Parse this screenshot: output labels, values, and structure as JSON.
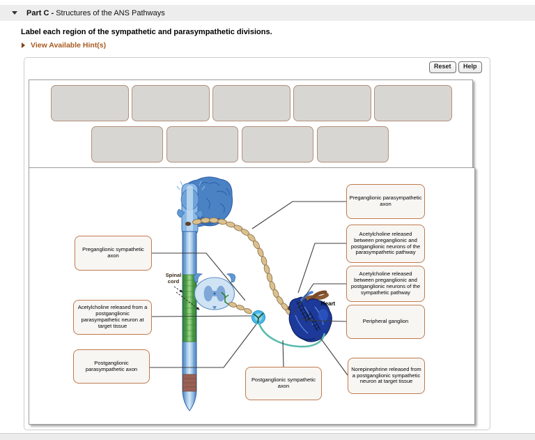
{
  "header": {
    "title_bold": "Part C - ",
    "title_rest": "Structures of the ANS Pathways"
  },
  "instruction": "Label each region of the sympathetic and parasympathetic divisions.",
  "hints": {
    "label": "View Available Hint(s)"
  },
  "toolbar": {
    "reset_label": "Reset",
    "help_label": "Help"
  },
  "bank": {
    "row1_count": 5,
    "row2_count": 4
  },
  "figure": {
    "anatomy_labels": {
      "spinal_cord": "Spinal cord",
      "heart": "Heart"
    },
    "labels": [
      {
        "id": "preganglionic-parasympathetic-axon",
        "text": "Preganglionic parasympathetic axon"
      },
      {
        "id": "ach-parasympathetic-pathway",
        "text": "Acetylcholine released between preganglionic and postganglionic neurons of the parasympathetic pathway"
      },
      {
        "id": "ach-sympathetic-pathway",
        "text": "Acetylcholine released between preganglionic and postganglionic neurons of the sympathetic pathway"
      },
      {
        "id": "peripheral-ganglion",
        "text": "Peripheral ganglion"
      },
      {
        "id": "norepinephrine-target",
        "text": "Norepinephrine released from a postganglionic sympathetic neuron at target tissue"
      },
      {
        "id": "preganglionic-sympathetic-axon",
        "text": "Preganglionic sympathetic axon"
      },
      {
        "id": "ach-parasympathetic-target",
        "text": "Acetylcholine released from a postganglionic parasympathetic neuron at target tissue"
      },
      {
        "id": "postganglionic-parasympathetic-axon",
        "text": "Postganglionic parasympathetic axon"
      },
      {
        "id": "postganglionic-sympathetic-axon",
        "text": "Postganglionic sympathetic axon"
      }
    ]
  },
  "colors": {
    "hint_link": "#a85a20",
    "label_box_border": "#bf7a4e",
    "label_box_fill": "#f8f6f3",
    "bin_fill": "#d8d6d2",
    "bin_border": "#b3907a",
    "header_strip": "#ededed",
    "leader_line": "#3c3c3c",
    "teal_axon": "#5abcad",
    "myelin_bead": "#d9c08e",
    "sympathetic_green": "#57a348",
    "brain_blue": "#4a82c4"
  }
}
